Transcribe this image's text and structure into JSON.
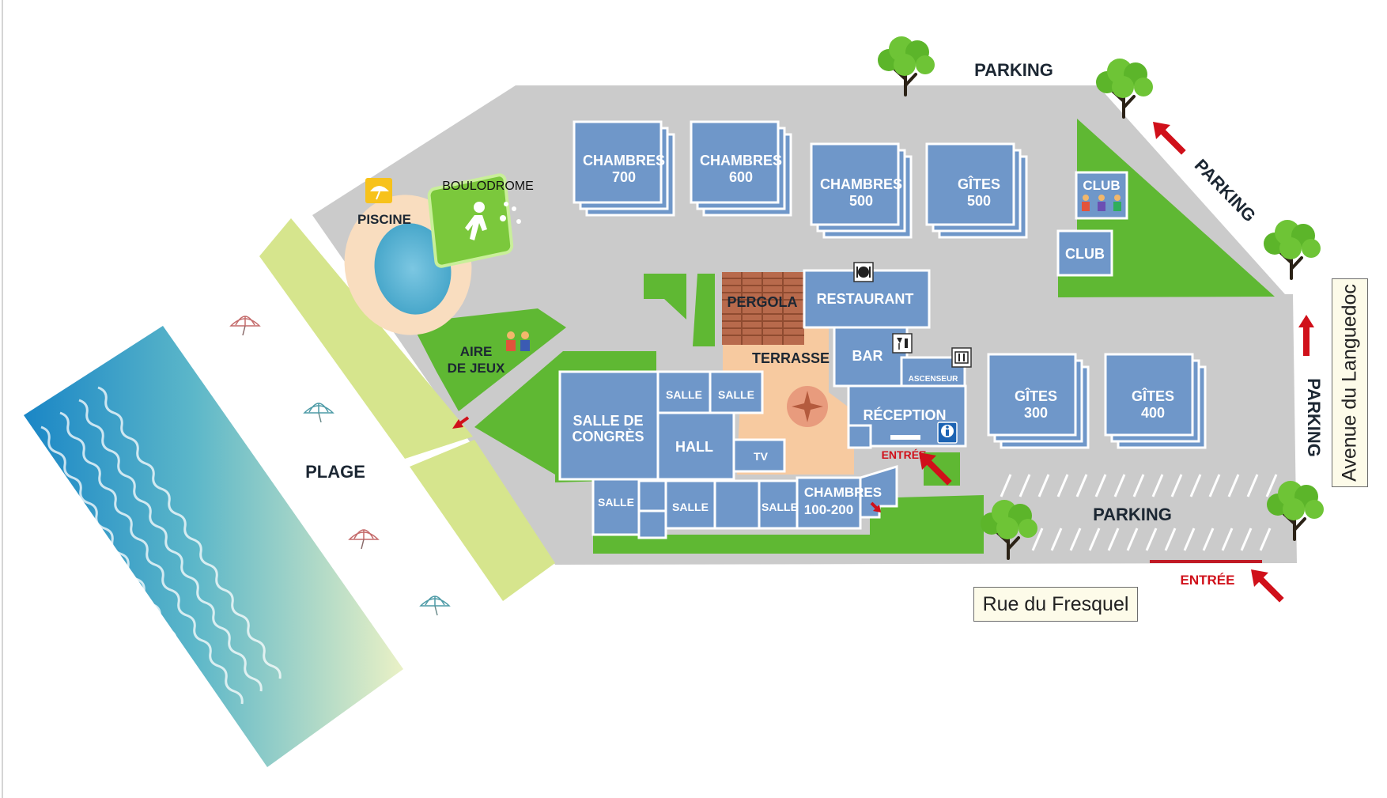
{
  "labels": {
    "parking_top": "PARKING",
    "parking_diag": "PARKING",
    "parking_right": "PARKING",
    "parking_bottom": "PARKING",
    "plage": "PLAGE",
    "piscine": "PISCINE",
    "boulodrome": "BOULODROME",
    "aire_de_jeux_1": "AIRE",
    "aire_de_jeux_2": "DE JEUX",
    "pergola": "PERGOLA",
    "terrasse": "TERRASSE",
    "restaurant": "RESTAURANT",
    "bar": "BAR",
    "ascenseur": "ASCENSEUR",
    "reception": "RÉCEPTION",
    "entree_main": "ENTRÉE",
    "entree_bottom": "ENTRÉE",
    "salle_de_congres_1": "SALLE DE",
    "salle_de_congres_2": "CONGRÈS",
    "salle": "SALLE",
    "hall": "HALL",
    "tv": "TV",
    "chambres_100_200_1": "CHAMBRES",
    "chambres_100_200_2": "100-200",
    "chambres_700_1": "CHAMBRES",
    "chambres_700_2": "700",
    "chambres_600_1": "CHAMBRES",
    "chambres_600_2": "600",
    "chambres_500_1": "CHAMBRES",
    "chambres_500_2": "500",
    "gites_500_1": "GÎTES",
    "gites_500_2": "500",
    "gites_300_1": "GÎTES",
    "gites_300_2": "300",
    "gites_400_1": "GÎTES",
    "gites_400_2": "400",
    "club_kids": "CLUB",
    "club": "CLUB"
  },
  "streets": {
    "bottom": "Rue du Fresquel",
    "right": "Avenue du Languedoc"
  },
  "colors": {
    "building": "#6f97c9",
    "ground": "#cbcbcb",
    "grass": "#5fb833",
    "beach_strip": "#d6e58d",
    "terrace": "#f7caa0",
    "pergola": "#b86a4c",
    "arrow": "#d0101a"
  },
  "icons": [
    "restaurant-icon",
    "bar-icon",
    "elevator-icon",
    "info-icon",
    "pool-umbrella-icon",
    "petanque-icon",
    "children-icon",
    "tree-icon",
    "beach-umbrella-icon",
    "entrance-arrow-icon"
  ]
}
